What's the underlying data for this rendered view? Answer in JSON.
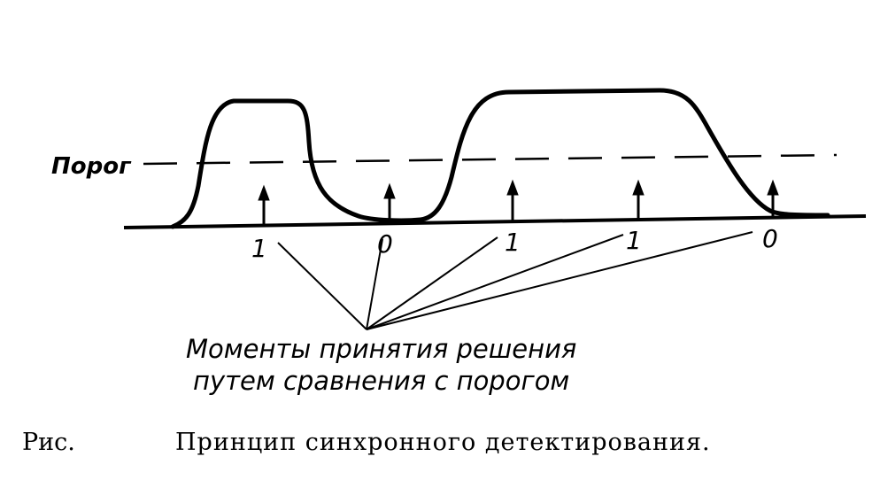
{
  "diagram": {
    "threshold_label": "Порог",
    "decision_values": [
      "1",
      "0",
      "1",
      "1",
      "0"
    ],
    "annotation_line1": "Моменты принятия решения",
    "annotation_line2": "путем сравнения с порогом"
  },
  "caption": {
    "prefix": "Рис.",
    "text": "Принцип синхронного детектирования."
  },
  "colors": {
    "ink": "#000000",
    "background": "#ffffff"
  }
}
